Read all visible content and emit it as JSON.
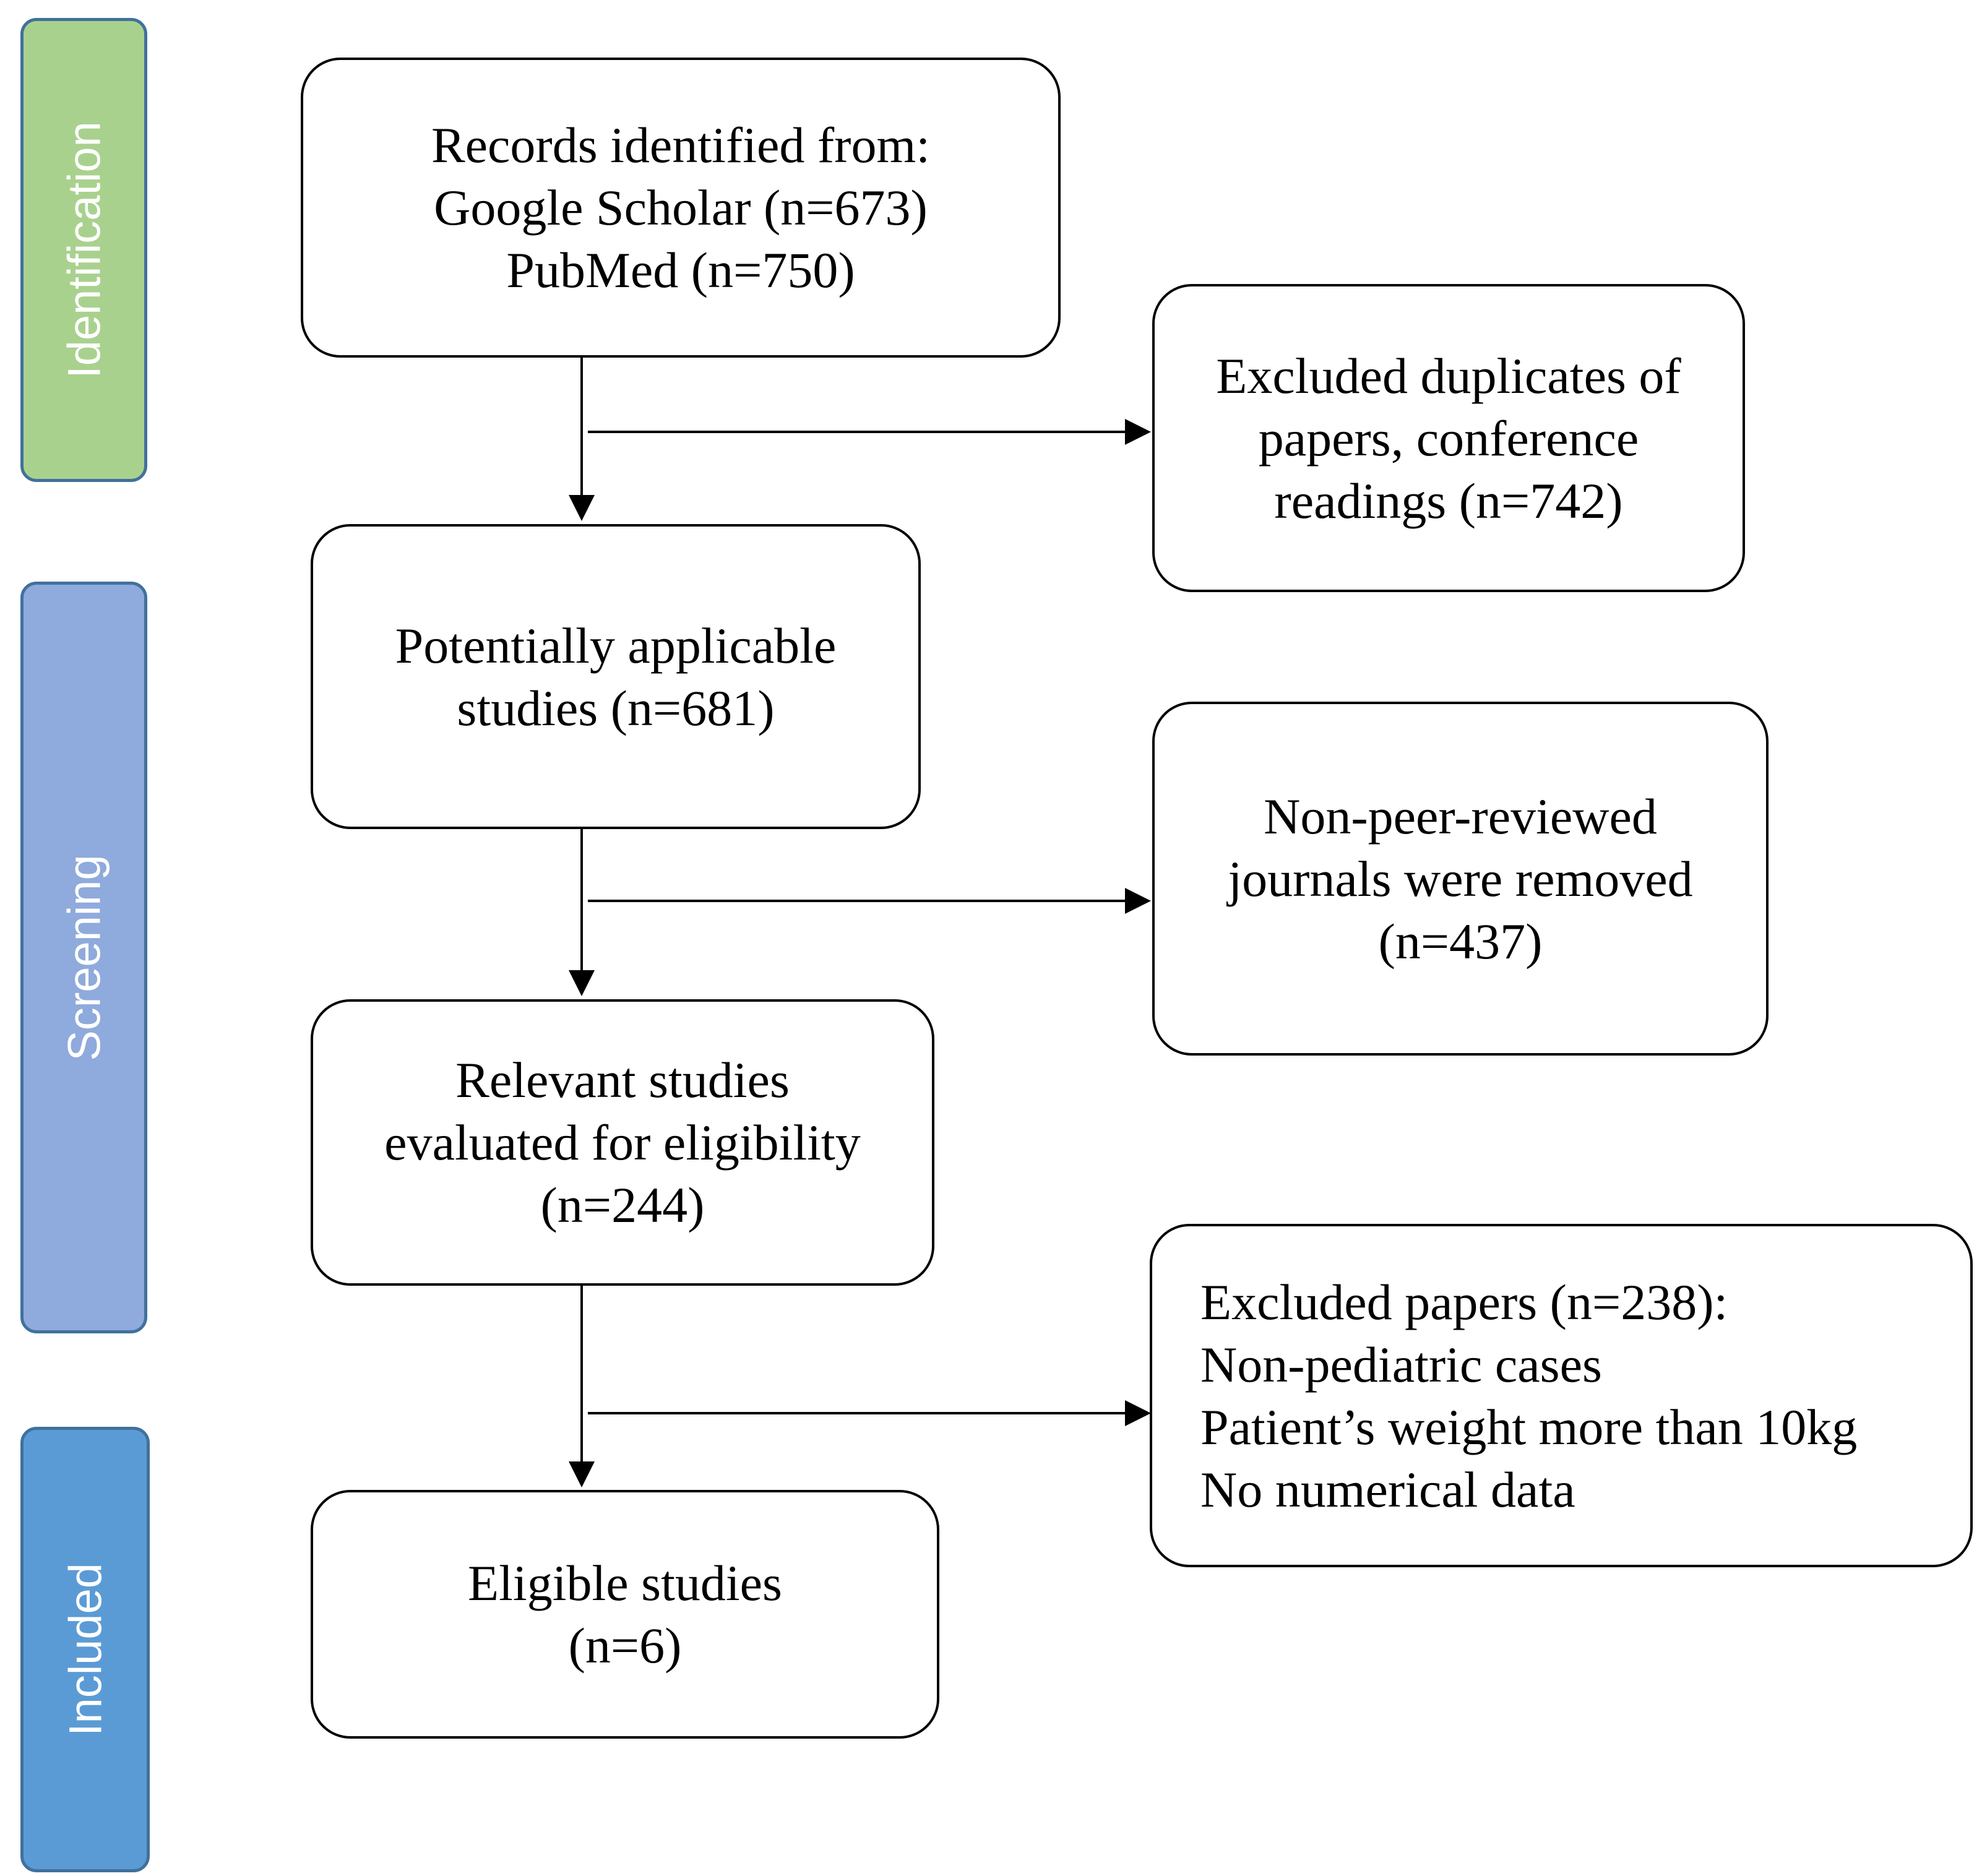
{
  "stages": {
    "identification": "Identification",
    "screening": "Screening",
    "included": "Included"
  },
  "boxes": {
    "records": {
      "lines": [
        "Records identified from:",
        "Google Scholar (n=673)",
        "PubMed (n=750)"
      ]
    },
    "duplicates": {
      "lines": [
        "Excluded duplicates of",
        "papers, conference",
        "readings (n=742)"
      ]
    },
    "potential": {
      "lines": [
        "Potentially applicable",
        "studies (n=681)"
      ]
    },
    "nonpeer": {
      "lines": [
        "Non-peer-reviewed",
        "journals were removed",
        "(n=437)"
      ]
    },
    "relevant": {
      "lines": [
        "Relevant studies",
        "evaluated for eligibility",
        "(n=244)"
      ]
    },
    "excluded": {
      "lines": [
        "Excluded papers (n=238):",
        "Non-pediatric cases",
        "Patient’s weight more than 10kg",
        "No numerical data"
      ]
    },
    "eligible": {
      "lines": [
        "Eligible studies",
        "(n=6)"
      ]
    }
  },
  "colors": {
    "identification": "#a9d18e",
    "screening": "#8faadc",
    "included": "#5b9bd5",
    "stage_border": "#41719c",
    "line": "#000000"
  }
}
